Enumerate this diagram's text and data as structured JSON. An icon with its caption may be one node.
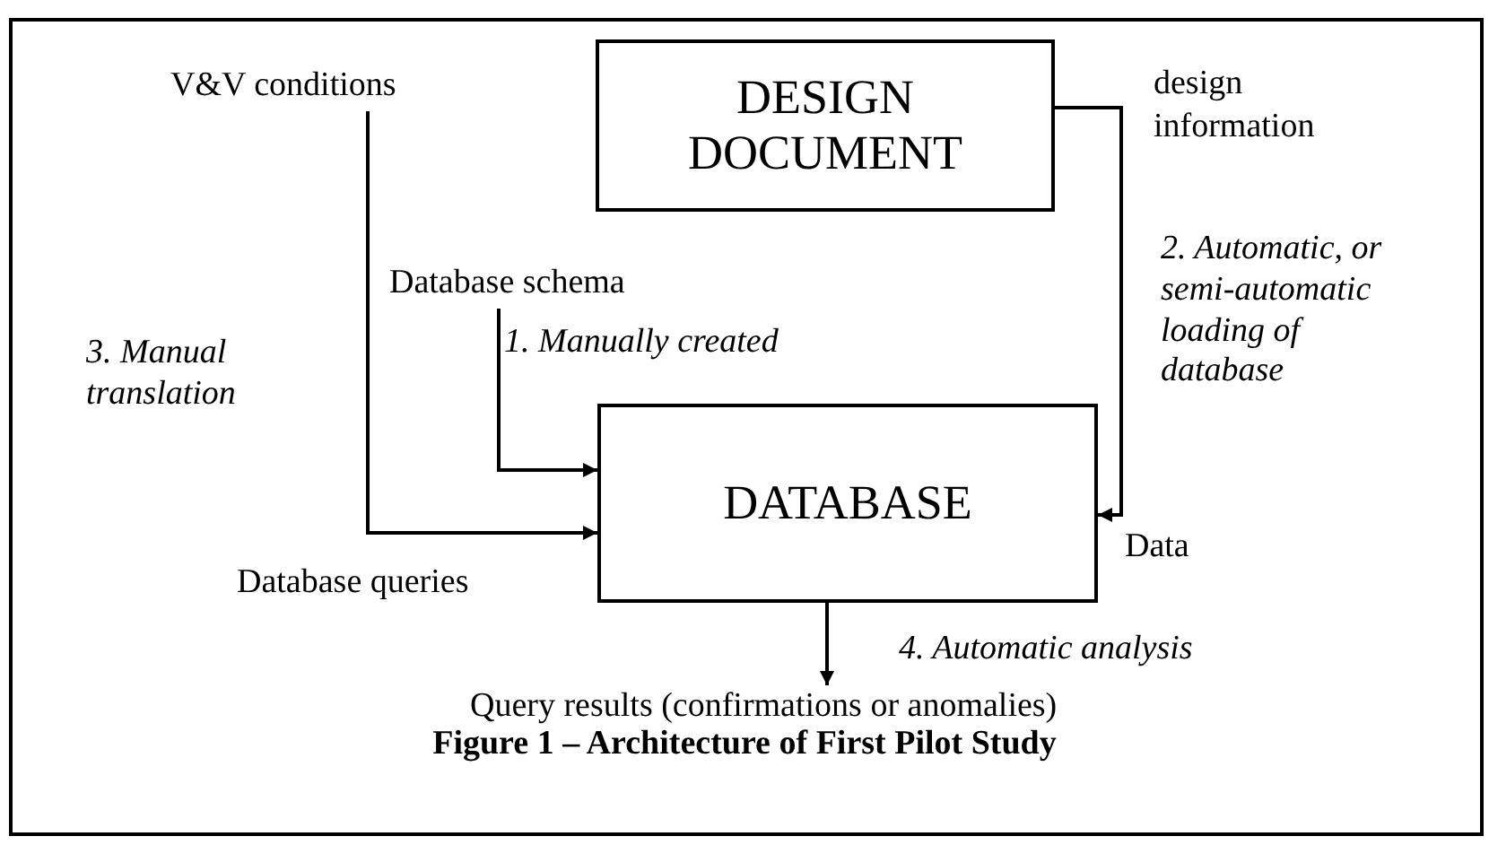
{
  "diagram": {
    "caption": "Figure 1 – Architecture of First Pilot Study",
    "nodes": [
      {
        "text": [
          "V&V conditions"
        ]
      },
      {
        "text": [
          "DESIGN DOCUMENT"
        ]
      },
      {
        "text": [
          "Database schema"
        ]
      },
      {
        "text": [
          "DATABASE"
        ]
      },
      {
        "text": [
          "Query results (confirmations or anomalies)"
        ]
      }
    ],
    "edges": [
      {
        "from": 0,
        "to": 3,
        "arrow": "to",
        "label": "3. Manual translation"
      },
      {
        "from": 2,
        "to": 3,
        "arrow": "to",
        "label": "1. Manually created"
      },
      {
        "from": 1,
        "to": 3,
        "arrow": "to",
        "label": "2. Automatic, or semi-automatic loading of database"
      },
      {
        "from": 3,
        "to": 4,
        "arrow": "to",
        "label": "4. Automatic analysis"
      }
    ],
    "labels": [
      "design information",
      "Database queries",
      "Data"
    ]
  }
}
